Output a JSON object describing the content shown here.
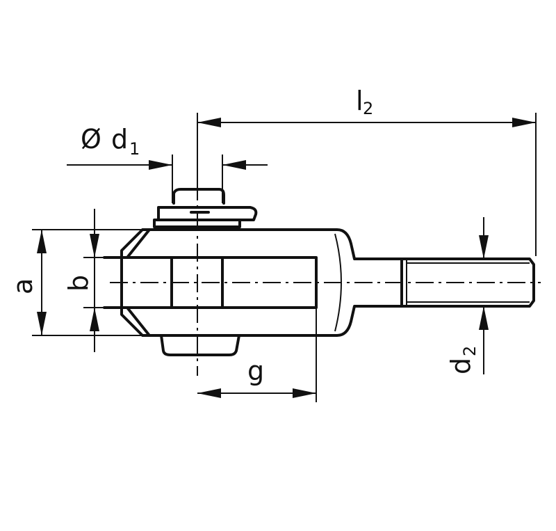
{
  "labels": {
    "l2_main": "l",
    "l2_sub": "2",
    "d1_prefix": "Ø",
    "d1_main": "d",
    "d1_sub": "1",
    "a": "a",
    "b": "b",
    "g": "g",
    "d2_main": "d",
    "d2_sub": "2"
  }
}
